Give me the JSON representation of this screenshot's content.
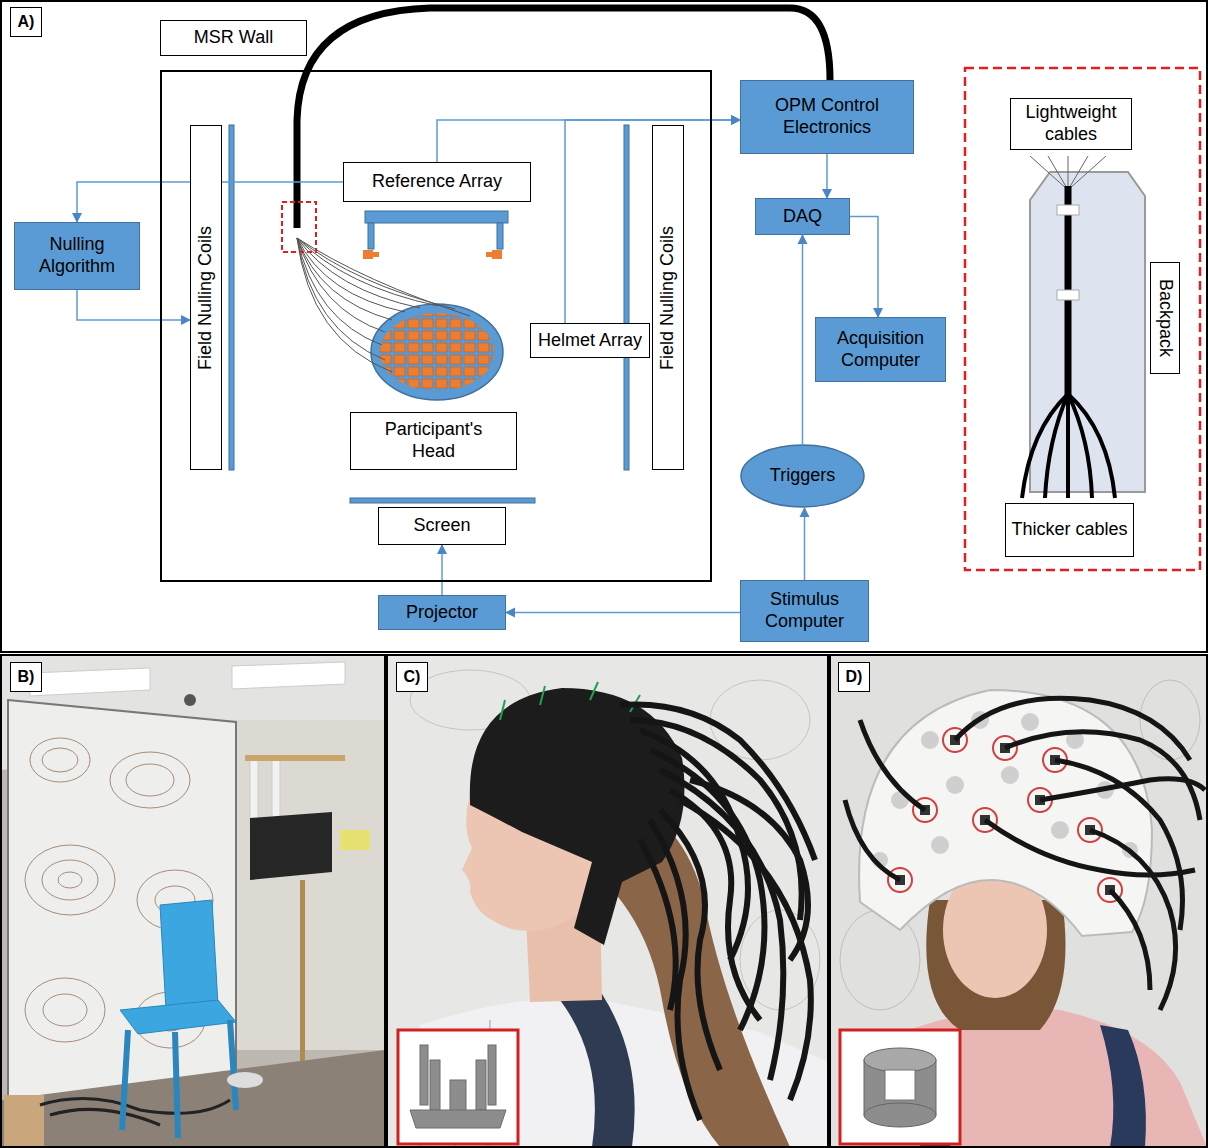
{
  "diagram": {
    "nodes": [
      {
        "text": [
          "MSR Wall"
        ]
      },
      {
        "text": [
          "Nulling Algorithm"
        ]
      },
      {
        "text": [
          "Field Nulling Coils"
        ],
        "in": 0
      },
      {
        "text": [
          "Reference Array"
        ],
        "in": 0
      },
      {
        "text": [
          "Helmet Array"
        ],
        "in": 0
      },
      {
        "text": [
          "Participant's Head"
        ],
        "in": 0
      },
      {
        "text": [
          "Field Nulling Coils"
        ],
        "in": 0
      },
      {
        "text": [
          "Screen"
        ],
        "in": 0
      },
      {
        "text": [
          "OPM Control Electronics"
        ]
      },
      {
        "text": [
          "DAQ"
        ]
      },
      {
        "text": [
          "Acquisition Computer"
        ]
      },
      {
        "text": [
          "Triggers"
        ]
      },
      {
        "text": [
          "Stimulus Computer"
        ]
      },
      {
        "text": [
          "Projector"
        ]
      },
      {
        "text": [
          "Lightweight cables"
        ]
      },
      {
        "text": [
          "Backpack"
        ]
      },
      {
        "text": [
          "Thicker cables"
        ]
      }
    ],
    "edges": [
      {
        "from": 3,
        "to": 1,
        "arrow": "to"
      },
      {
        "from": 1,
        "to": 2,
        "arrow": "to"
      },
      {
        "from": 3,
        "to": 8,
        "arrow": "to"
      },
      {
        "from": 4,
        "to": 8,
        "arrow": "to"
      },
      {
        "from": 8,
        "to": 9,
        "arrow": "to"
      },
      {
        "from": 9,
        "to": 10,
        "arrow": "to"
      },
      {
        "from": 11,
        "to": 9,
        "arrow": "to"
      },
      {
        "from": 12,
        "to": 11,
        "arrow": "to"
      },
      {
        "from": 12,
        "to": 13,
        "arrow": "to"
      },
      {
        "from": 13,
        "to": 7,
        "arrow": "to"
      }
    ],
    "labels": [
      "A)",
      "B)",
      "C)",
      "D)"
    ]
  }
}
